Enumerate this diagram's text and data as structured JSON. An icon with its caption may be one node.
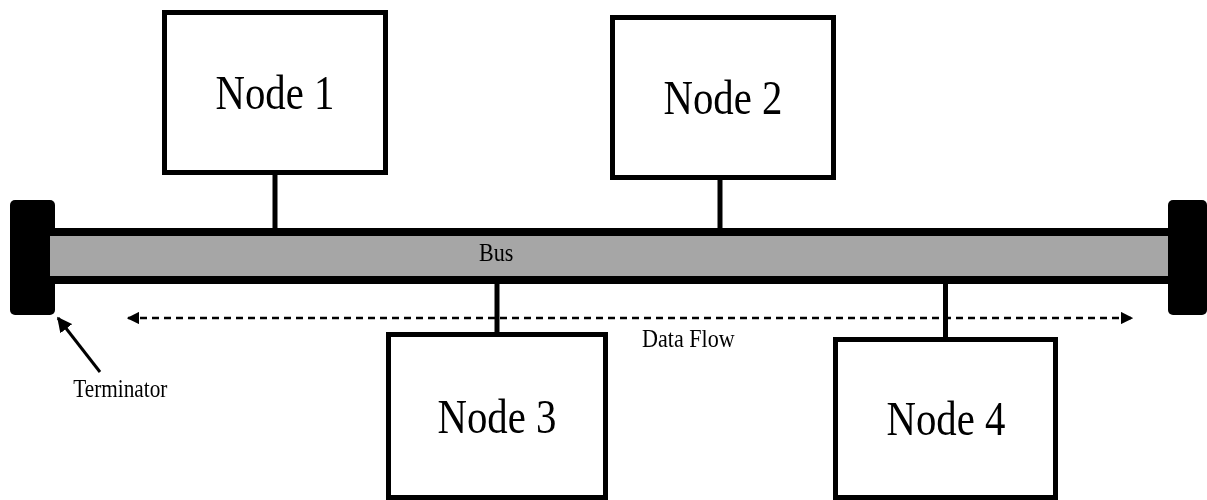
{
  "diagram": {
    "nodes": [
      {
        "text": [
          "Node 1"
        ]
      },
      {
        "text": [
          "Node 2"
        ]
      },
      {
        "text": [],
        "shape": "bar"
      },
      {
        "text": [
          "Bus"
        ]
      },
      {
        "text": [],
        "shape": "bar"
      },
      {
        "text": [
          "Node 3"
        ]
      },
      {
        "text": [
          "Node 4"
        ]
      },
      {
        "text": [
          "Terminator"
        ]
      }
    ],
    "edges": [
      {
        "from": 0,
        "to": 3,
        "arrow": "none"
      },
      {
        "from": 1,
        "to": 3,
        "arrow": "none"
      },
      {
        "from": 5,
        "to": 3,
        "arrow": "none"
      },
      {
        "from": 6,
        "to": 3,
        "arrow": "none"
      },
      {
        "from": 7,
        "to": 2,
        "arrow": "to"
      }
    ],
    "labels": [
      "Data Flow"
    ]
  }
}
